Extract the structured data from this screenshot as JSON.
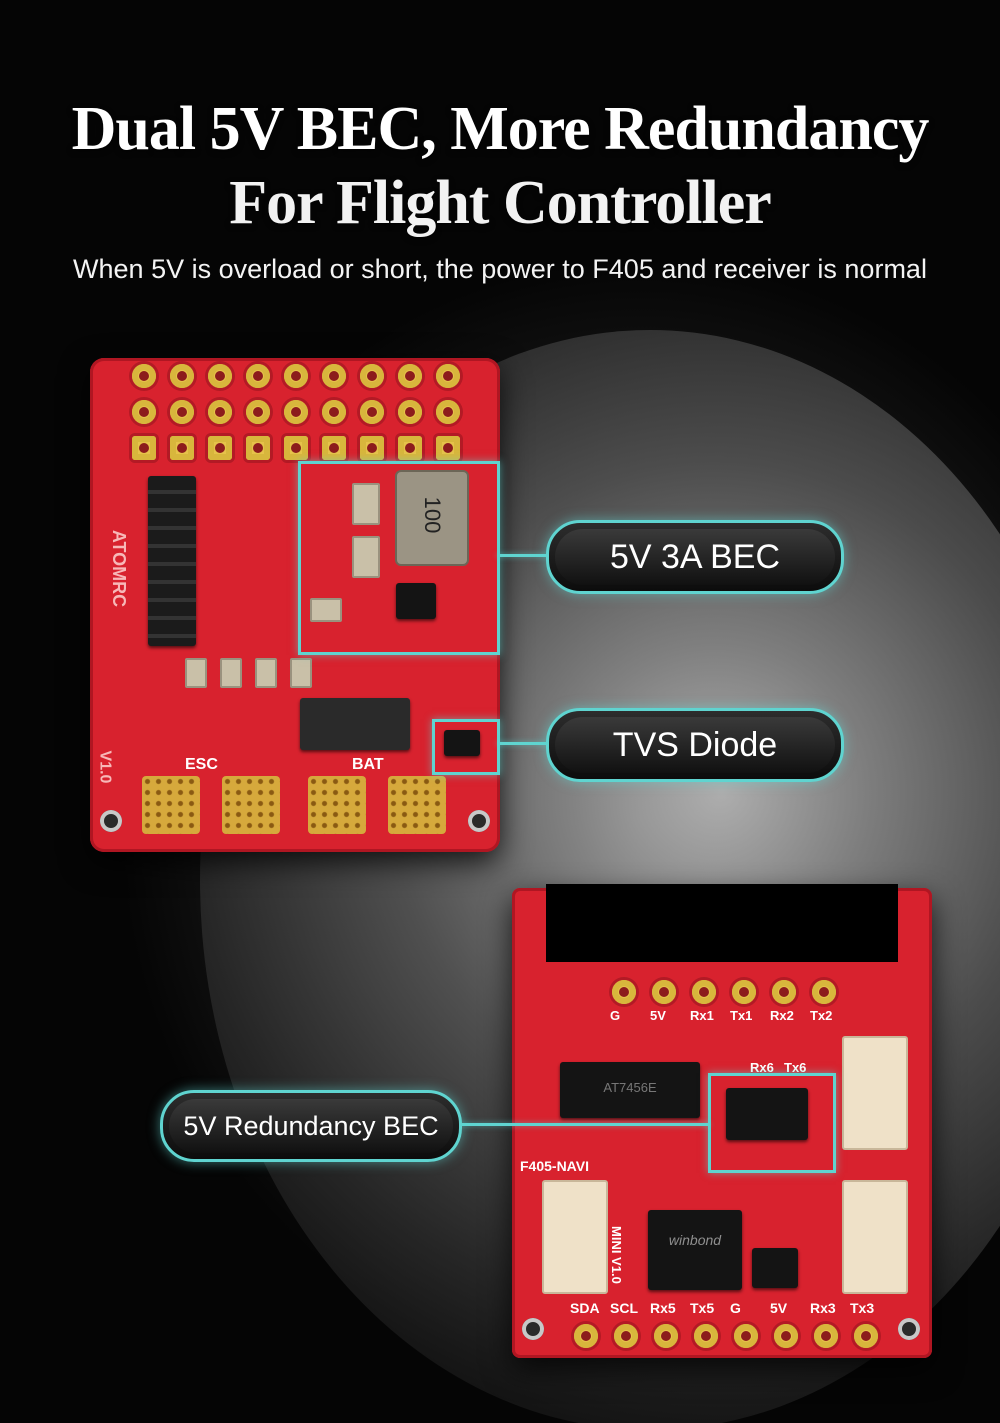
{
  "headline": {
    "line1": "Dual 5V BEC, More Redundancy",
    "line2": "For Flight Controller"
  },
  "subtitle": "When 5V is overload or short, the power to F405 and receiver is normal",
  "callouts": {
    "bec": "5V 3A BEC",
    "tvs": "TVS Diode",
    "redundancy": "5V Redundancy BEC"
  },
  "board1": {
    "inductor_marking": "100",
    "silkscreen_esc": "ESC",
    "silkscreen_bat": "BAT",
    "version": "V1.0",
    "brand": "ATOMRC"
  },
  "board2": {
    "label_model": "F405-NAVI",
    "label_mini": "MINI V1.0",
    "chip_marking": "AT7456E",
    "flash_brand": "winbond",
    "bottom_pins": [
      "SDA",
      "SCL",
      "Rx5",
      "Tx5",
      "G",
      "5V",
      "Rx3",
      "Tx3"
    ],
    "top_pins": [
      "G",
      "5V",
      "Rx1",
      "Tx1",
      "Rx2",
      "Tx2"
    ],
    "mid_pins": [
      "Rx6",
      "Tx6"
    ]
  },
  "colors": {
    "accent": "#5fd4d0",
    "pcb": "#d8222e",
    "pad": "#e6c24a"
  }
}
